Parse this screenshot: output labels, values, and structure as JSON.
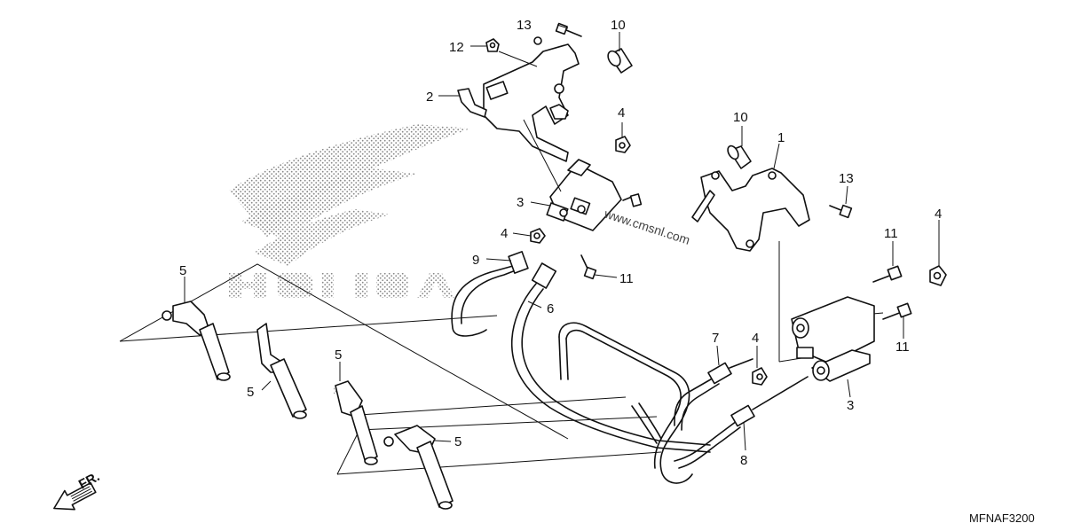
{
  "diagram": {
    "part_labels": [
      "1",
      "2",
      "3",
      "3",
      "4",
      "4",
      "4",
      "4",
      "5",
      "5",
      "5",
      "5",
      "6",
      "7",
      "8",
      "9",
      "10",
      "10",
      "11",
      "11",
      "11",
      "12",
      "13",
      "13"
    ],
    "diagram_code": "MFNAF3200",
    "direction_label": "FR.",
    "watermark_text": "www.cmsnl.com",
    "brand_watermark": "HONDA",
    "icons": [
      "honda-wing-logo-watermark",
      "front-direction-arrow-icon"
    ]
  }
}
